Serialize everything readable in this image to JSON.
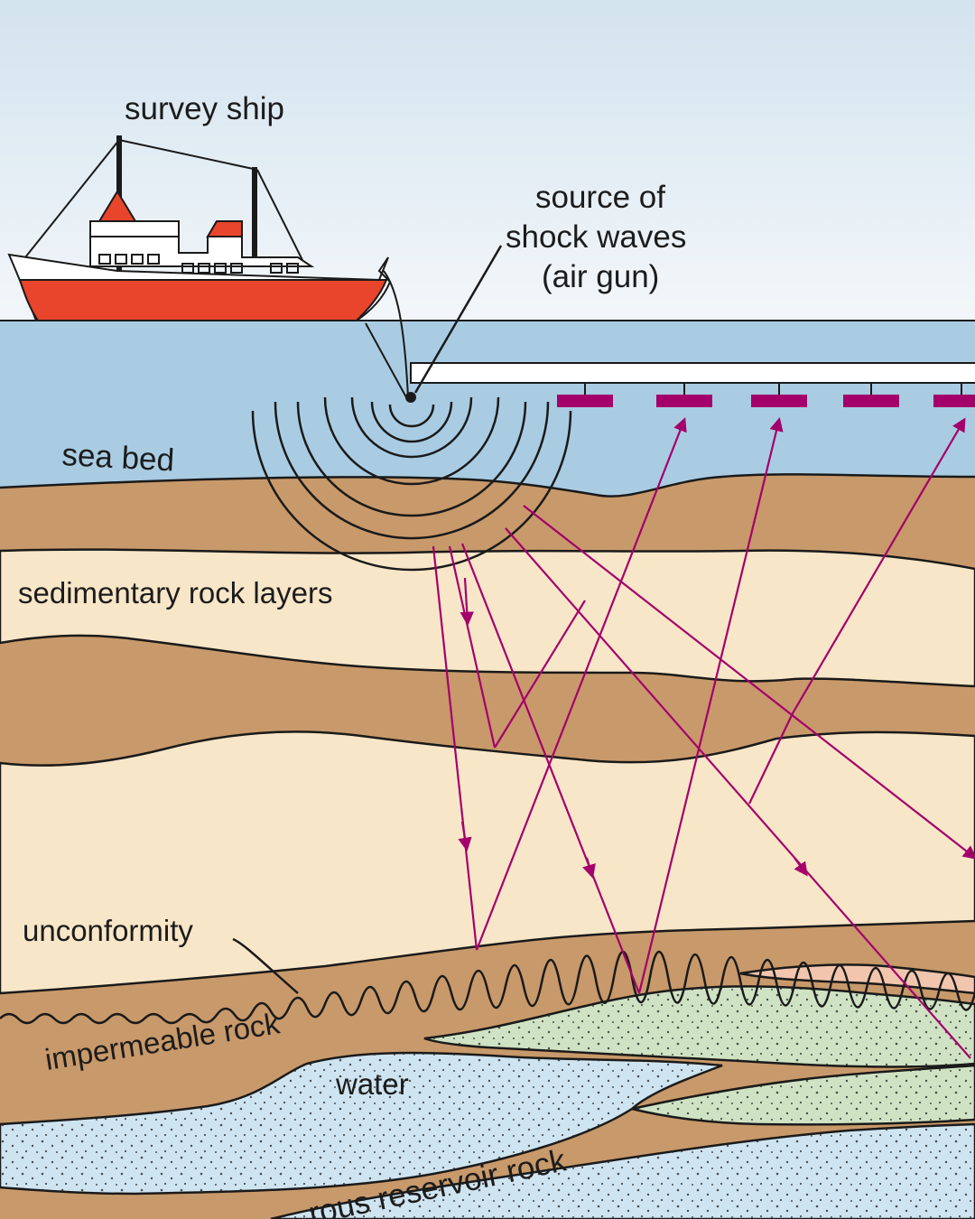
{
  "diagram": {
    "labels": {
      "ship": "survey ship",
      "source_line1": "source of",
      "source_line2": "shock waves",
      "source_line3": "(air gun)",
      "seabed": "sea bed",
      "sedimentary": "sedimentary rock layers",
      "unconformity": "unconformity",
      "impermeable": "impermeable rock",
      "water": "water",
      "reservoir": "rous reservoir rock"
    },
    "colors": {
      "sky_top": "#d3e3ee",
      "sky_bottom": "#f2f6f9",
      "sea": "#a9cce3",
      "sediment_dark": "#c8996a",
      "sediment_light": "#f8e6c8",
      "water_layer": "#cfe4f1",
      "green_layer": "#cfe3c4",
      "pink_layer": "#f2c6ae",
      "ship_hull": "#e8452c",
      "ray": "#a3006b",
      "receiver": "#a3006b",
      "outline": "#1a1a1a"
    },
    "icons": [
      "ship-icon",
      "air-gun-icon",
      "hydrophone-icon"
    ]
  }
}
